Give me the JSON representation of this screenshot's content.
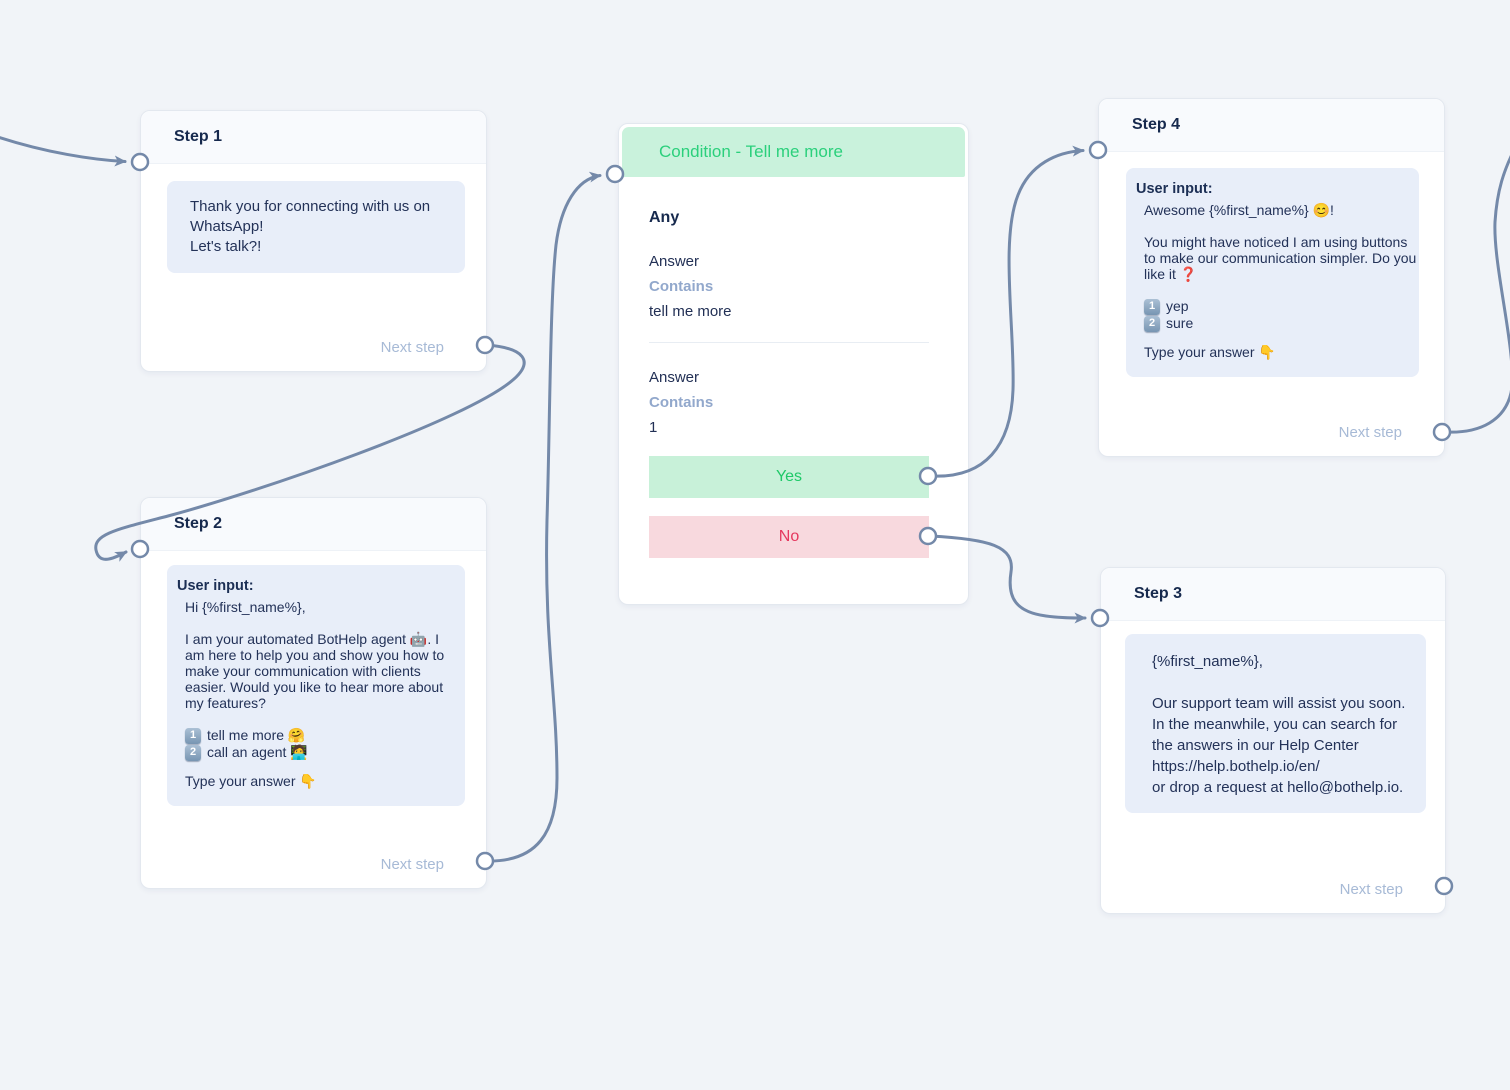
{
  "canvas": {
    "background": "#f1f4f8",
    "colors": {
      "edge": "#7489a9",
      "condition_header_bg": "#c9f2dc",
      "condition_header_text": "#2bd07c",
      "yes_bg": "#c8f1d9",
      "yes_text": "#1fc968",
      "no_bg": "#f8d9de",
      "no_text": "#e5395f",
      "bubble_bg": "#e8eef9"
    }
  },
  "nodes": {
    "step1": {
      "title": "Step 1",
      "next_label": "Next step",
      "bubble": {
        "lines": [
          "Thank you for connecting with us on",
          "WhatsApp!",
          "Let's talk?!"
        ]
      }
    },
    "step2": {
      "title": "Step 2",
      "next_label": "Next step",
      "bubble": {
        "label": "User input:",
        "lines": [
          "Hi {%first_name%},",
          "",
          "I am your automated BotHelp agent 🤖.  I",
          "am here to help you and show you how to",
          "make your communication with clients",
          "easier. Would you like to hear more about",
          "my features?"
        ],
        "options": [
          {
            "key": "1",
            "label": "tell me more 🤗"
          },
          {
            "key": "2",
            "label": "call an agent 🧑‍💻"
          }
        ],
        "footer": "Type your answer  👇"
      }
    },
    "condition": {
      "title": "Condition - Tell me more",
      "match_type": "Any",
      "rules": [
        {
          "field": "Answer",
          "operator": "Contains",
          "value": "tell me more"
        },
        {
          "field": "Answer",
          "operator": "Contains",
          "value": "1"
        }
      ],
      "yes_label": "Yes",
      "no_label": "No"
    },
    "step4": {
      "title": "Step 4",
      "next_label": "Next step",
      "bubble": {
        "label": "User input:",
        "lines": [
          "Awesome {%first_name%} 😊!",
          "",
          "You might have noticed I am using buttons",
          "to make our communication simpler. Do you",
          "like it ❓"
        ],
        "options": [
          {
            "key": "1",
            "label": "yep"
          },
          {
            "key": "2",
            "label": " sure"
          }
        ],
        "footer": "Type your answer  👇"
      }
    },
    "step3": {
      "title": "Step 3",
      "next_label": "Next step",
      "bubble": {
        "lines": [
          "{%first_name%},",
          "",
          "Our support team will assist you soon.",
          "In the meanwhile, you can search for",
          "the answers in our Help Center",
          "https://help.bothelp.io/en/",
          "or drop a request at hello@bothelp.io."
        ]
      }
    }
  }
}
